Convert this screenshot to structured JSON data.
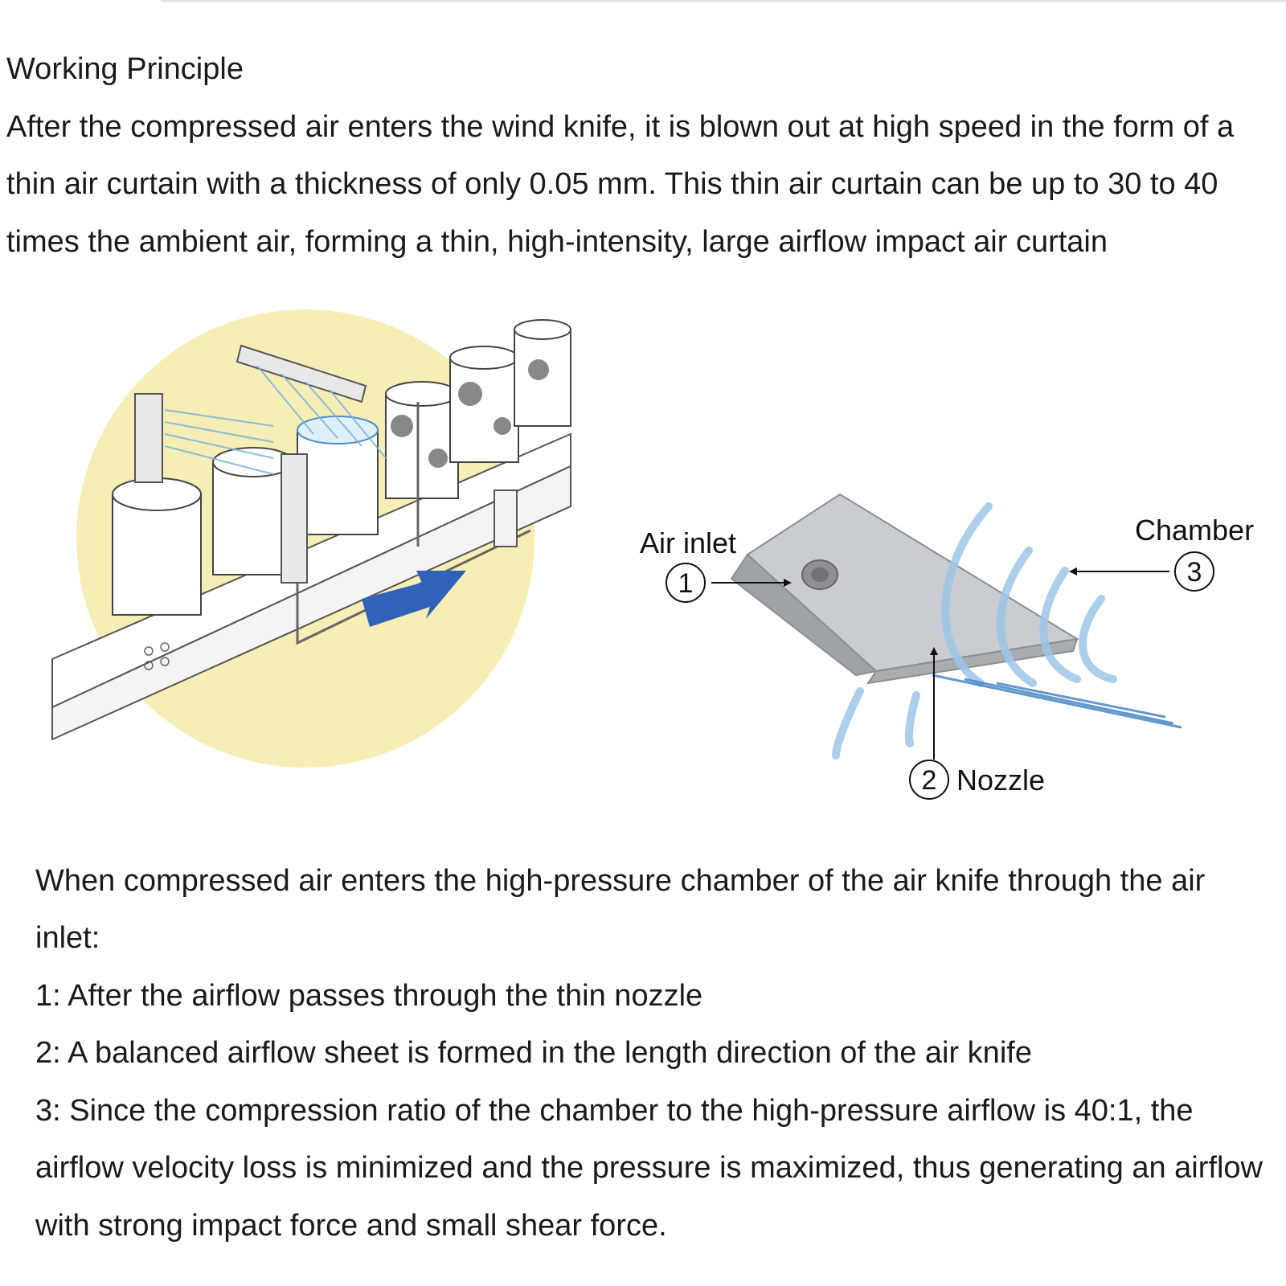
{
  "intro": {
    "title": "Working Principle",
    "lines": [
      "After the compressed air enters the wind knife, it is blown out at high speed in the form of a",
      "thin air curtain with a thickness of only 0.05 mm. This thin air curtain can be up to 30 to 40",
      "times the ambient air, forming a thin, high-intensity, large airflow impact air curtain"
    ]
  },
  "diagram": {
    "labels": {
      "air_inlet": "Air inlet",
      "chamber": "Chamber",
      "nozzle": "Nozzle"
    },
    "numbers": {
      "air_inlet": "1",
      "nozzle": "2",
      "chamber": "3"
    },
    "colors": {
      "backdrop": "#f6eeb4",
      "airflow": "#9cc6e8",
      "arrow": "#2f62b8",
      "metal": "#b9bcc1"
    }
  },
  "steps": {
    "intro_lines": [
      "When compressed air enters the high-pressure chamber of the air knife through the air",
      "inlet:"
    ],
    "items": [
      "1: After the airflow passes through the thin nozzle",
      "2: A balanced airflow sheet is formed in the length direction of the air knife"
    ],
    "item3_lines": [
      "3: Since the compression ratio of the chamber to the high-pressure airflow is 40:1, the",
      "airflow velocity loss is minimized and the pressure is maximized, thus generating an airflow",
      "with strong impact force and small shear force."
    ]
  }
}
